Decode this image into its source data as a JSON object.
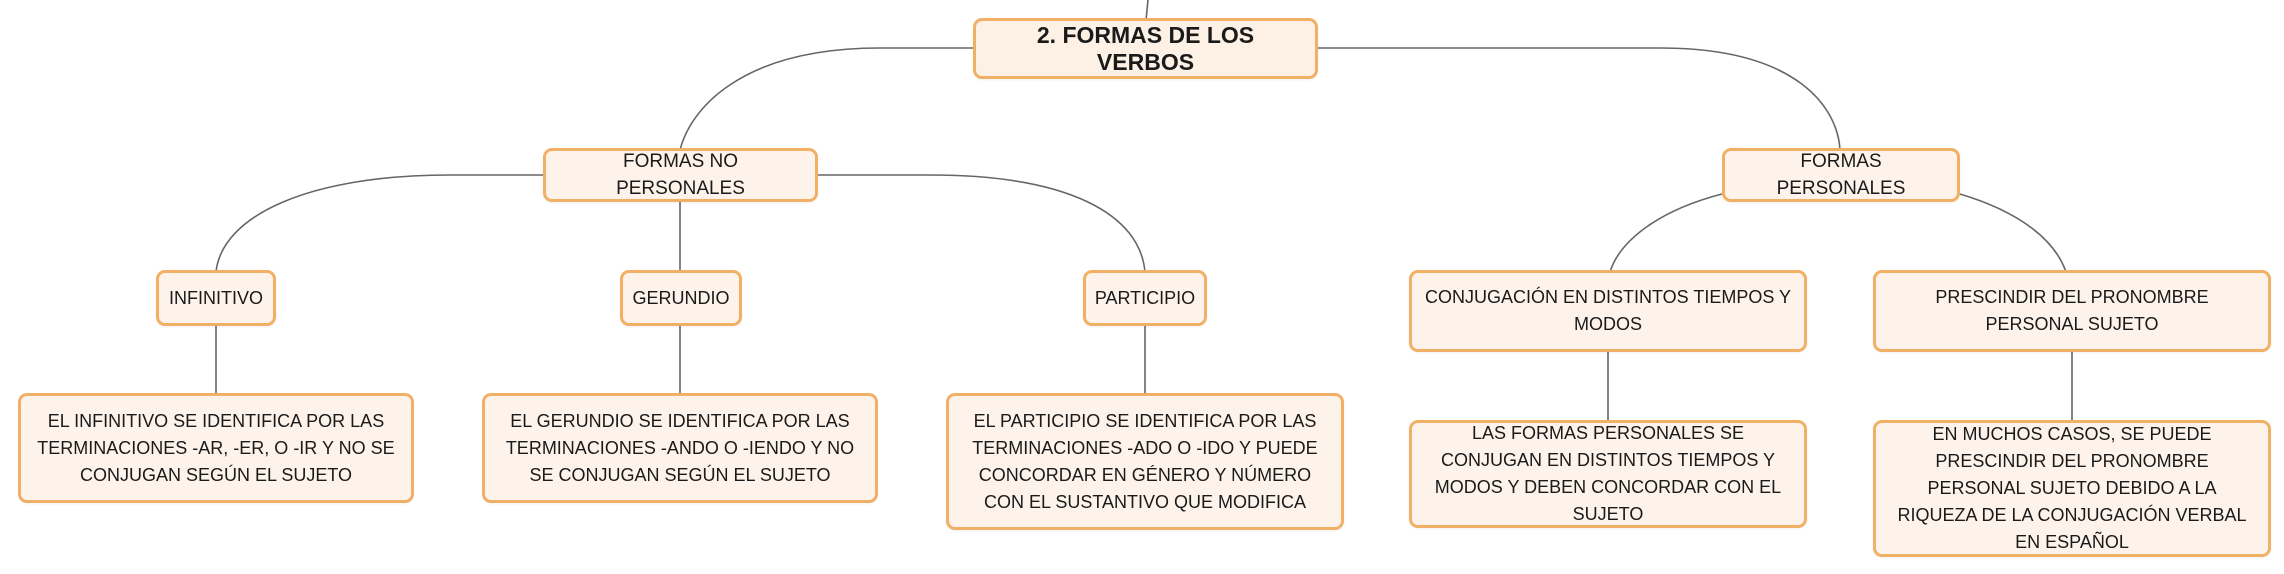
{
  "diagram": {
    "root": "2. FORMAS DE LOS VERBOS",
    "no_personales": {
      "title": "FORMAS NO PERSONALES",
      "infinitivo": {
        "title": "INFINITIVO",
        "detail": "EL INFINITIVO SE IDENTIFICA POR LAS TERMINACIONES -AR, -ER, O -IR Y NO SE CONJUGAN SEGÚN EL SUJETO"
      },
      "gerundio": {
        "title": "GERUNDIO",
        "detail": "EL GERUNDIO SE IDENTIFICA POR LAS TERMINACIONES -ANDO O -IENDO Y NO SE CONJUGAN SEGÚN EL SUJETO"
      },
      "participio": {
        "title": "PARTICIPIO",
        "detail": "EL PARTICIPIO SE IDENTIFICA POR LAS TERMINACIONES -ADO O -IDO Y PUEDE CONCORDAR EN GÉNERO Y NÚMERO CON EL SUSTANTIVO QUE MODIFICA"
      }
    },
    "personales": {
      "title": "FORMAS PERSONALES",
      "conjugacion": {
        "title": "CONJUGACIÓN EN DISTINTOS TIEMPOS Y MODOS",
        "detail": "LAS FORMAS PERSONALES SE CONJUGAN EN DISTINTOS TIEMPOS Y MODOS Y DEBEN CONCORDAR CON EL SUJETO"
      },
      "pronombre": {
        "title": "PRESCINDIR DEL PRONOMBRE PERSONAL SUJETO",
        "detail": "EN MUCHOS CASOS, SE PUEDE PRESCINDIR DEL PRONOMBRE PERSONAL SUJETO DEBIDO A LA RIQUEZA DE LA CONJUGACIÓN VERBAL EN ESPAÑOL"
      }
    }
  }
}
